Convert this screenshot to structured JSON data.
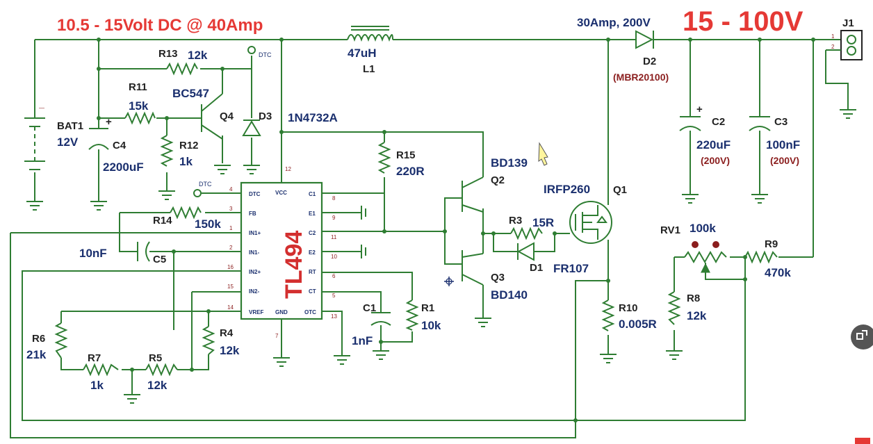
{
  "headings": {
    "input": "10.5 - 15Volt DC @ 40Amp",
    "output": "15 - 100V",
    "d2_rating": "30Amp, 200V"
  },
  "ic": {
    "name": "TL494",
    "pins_left": [
      "DTC",
      "FB",
      "IN1+",
      "IN1-",
      "IN2+",
      "IN2-",
      "VREF"
    ],
    "pins_right": [
      "C1",
      "E1",
      "C2",
      "E2",
      "RT",
      "CT",
      "OTC"
    ],
    "pin_top": "VCC",
    "pin_bottom": "GND",
    "left_nums": [
      "4",
      "3",
      "1",
      "2",
      "16",
      "15",
      "14"
    ],
    "right_nums": [
      "8",
      "9",
      "11",
      "10",
      "6",
      "5",
      "13"
    ],
    "top_num": "12",
    "bottom_num": "7"
  },
  "components": {
    "L1": {
      "ref": "L1",
      "value": "47uH"
    },
    "D2": {
      "ref": "D2",
      "value": "(MBR20100)"
    },
    "J1": {
      "ref": "J1",
      "pin1": "1",
      "pin2": "2"
    },
    "R13": {
      "ref": "R13",
      "value": "12k"
    },
    "R11": {
      "ref": "R11",
      "value": "15k"
    },
    "Q4": {
      "ref": "Q4",
      "value": "BC547"
    },
    "D3": {
      "ref": "D3",
      "value": "1N4732A"
    },
    "BAT1": {
      "ref": "BAT1",
      "value": "12V"
    },
    "C4": {
      "ref": "C4",
      "value": "2200uF"
    },
    "R12": {
      "ref": "R12",
      "value": "1k"
    },
    "R15": {
      "ref": "R15",
      "value": "220R"
    },
    "Q2": {
      "ref": "Q2",
      "value": "BD139"
    },
    "Q3": {
      "ref": "Q3",
      "value": "BD140"
    },
    "Q1": {
      "ref": "Q1",
      "value": "IRFP260"
    },
    "R3": {
      "ref": "R3",
      "value": "15R"
    },
    "D1": {
      "ref": "D1",
      "value": "FR107"
    },
    "C2": {
      "ref": "C2",
      "value": "220uF",
      "rating": "(200V)"
    },
    "C3": {
      "ref": "C3",
      "value": "100nF",
      "rating": "(200V)"
    },
    "RV1": {
      "ref": "RV1",
      "value": "100k"
    },
    "R9": {
      "ref": "R9",
      "value": "470k"
    },
    "R8": {
      "ref": "R8",
      "value": "12k"
    },
    "R10": {
      "ref": "R10",
      "value": "0.005R"
    },
    "R14": {
      "ref": "R14",
      "value": "150k"
    },
    "C5": {
      "ref": "C5",
      "value": "10nF"
    },
    "C1": {
      "ref": "C1",
      "value": "1nF"
    },
    "R1": {
      "ref": "R1",
      "value": "10k"
    },
    "R6": {
      "ref": "R6",
      "value": "21k"
    },
    "R7": {
      "ref": "R7",
      "value": "1k"
    },
    "R5": {
      "ref": "R5",
      "value": "12k"
    },
    "R4": {
      "ref": "R4",
      "value": "12k"
    }
  },
  "net_labels": {
    "dtc_top": "DTC",
    "dtc_ic": "DTC"
  },
  "colors": {
    "wire": "#2e7d32",
    "heading": "#e53935",
    "label": "#1a2f6e",
    "pin": "#8b1e1e"
  }
}
